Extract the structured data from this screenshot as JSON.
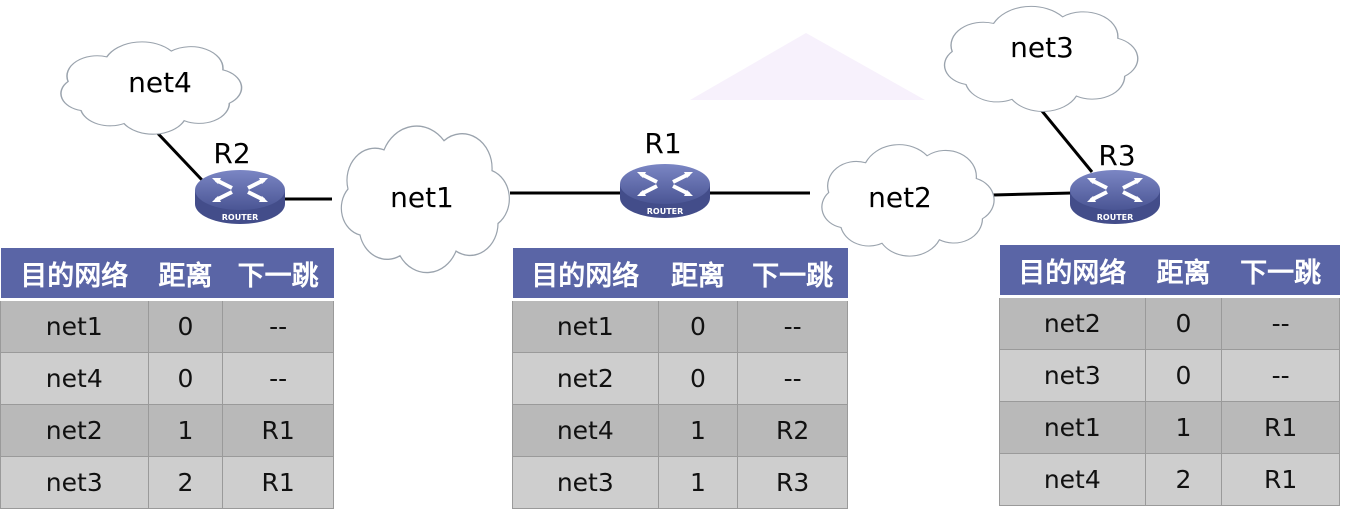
{
  "colors": {
    "table_header": "#5a65a6",
    "row_dark": "#b9b9b9",
    "row_light": "#cecece",
    "router": "#5c67a6",
    "triangle": "#f7f1fc"
  },
  "networks": {
    "net1": "net1",
    "net2": "net2",
    "net3": "net3",
    "net4": "net4"
  },
  "routers": {
    "R1": "R1",
    "R2": "R2",
    "R3": "R3",
    "badge": "ROUTER"
  },
  "headers": [
    "目的网络",
    "距离",
    "下一跳"
  ],
  "tables": {
    "R2": [
      [
        "net1",
        "0",
        "--"
      ],
      [
        "net4",
        "0",
        "--"
      ],
      [
        "net2",
        "1",
        "R1"
      ],
      [
        "net3",
        "2",
        "R1"
      ]
    ],
    "R1": [
      [
        "net1",
        "0",
        "--"
      ],
      [
        "net2",
        "0",
        "--"
      ],
      [
        "net4",
        "1",
        "R2"
      ],
      [
        "net3",
        "1",
        "R3"
      ]
    ],
    "R3": [
      [
        "net2",
        "0",
        "--"
      ],
      [
        "net3",
        "0",
        "--"
      ],
      [
        "net1",
        "1",
        "R1"
      ],
      [
        "net4",
        "2",
        "R1"
      ]
    ]
  }
}
